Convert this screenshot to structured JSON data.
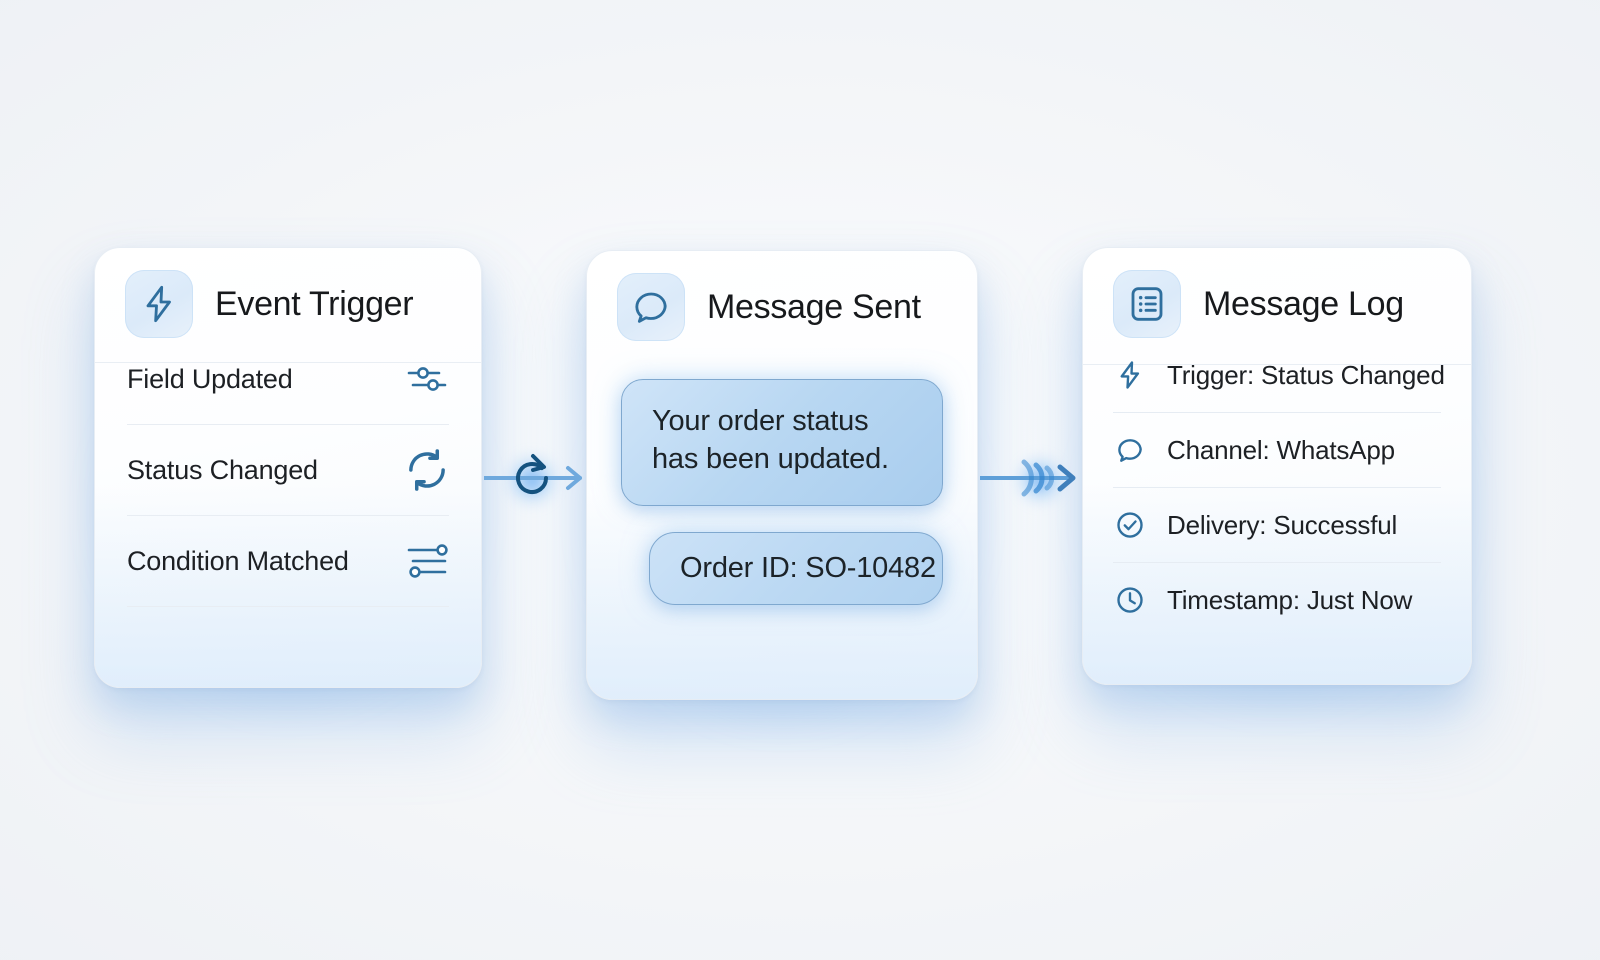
{
  "canvas": {
    "background_color": "#f3f5f8",
    "accent_color": "#2f6f9e",
    "bubble_color": "#b8d7f2",
    "glow_color": "#81b9f5"
  },
  "cards": [
    {
      "id": "event-trigger",
      "title": "Event Trigger",
      "icon": "lightning-bolt-icon",
      "rows": [
        {
          "label": "Field Updated",
          "icon": "sliders-horizontal-icon"
        },
        {
          "label": "Status Changed",
          "icon": "refresh-cycle-icon"
        },
        {
          "label": "Condition Matched",
          "icon": "sliders-three-icon"
        }
      ]
    },
    {
      "id": "message-sent",
      "title": "Message Sent",
      "icon": "chat-bubble-icon",
      "bubbles": [
        {
          "id": "message-body",
          "text": "Your order status has been updated."
        },
        {
          "id": "order-id",
          "text": "Order ID: SO-10482"
        }
      ]
    },
    {
      "id": "message-log",
      "title": "Message Log",
      "icon": "list-document-icon",
      "rows": [
        {
          "label": "Trigger: Status Changed",
          "icon": "lightning-bolt-icon"
        },
        {
          "label": "Channel: WhatsApp",
          "icon": "chat-bubble-icon"
        },
        {
          "label": "Delivery: Successful",
          "icon": "check-circle-icon"
        },
        {
          "label": "Timestamp: Just Now",
          "icon": "clock-icon"
        }
      ]
    }
  ],
  "connectors": [
    {
      "id": "connector-trigger-to-message",
      "icon": "refresh-arrow-icon"
    },
    {
      "id": "connector-message-to-log",
      "icon": "signal-arrow-icon"
    }
  ]
}
